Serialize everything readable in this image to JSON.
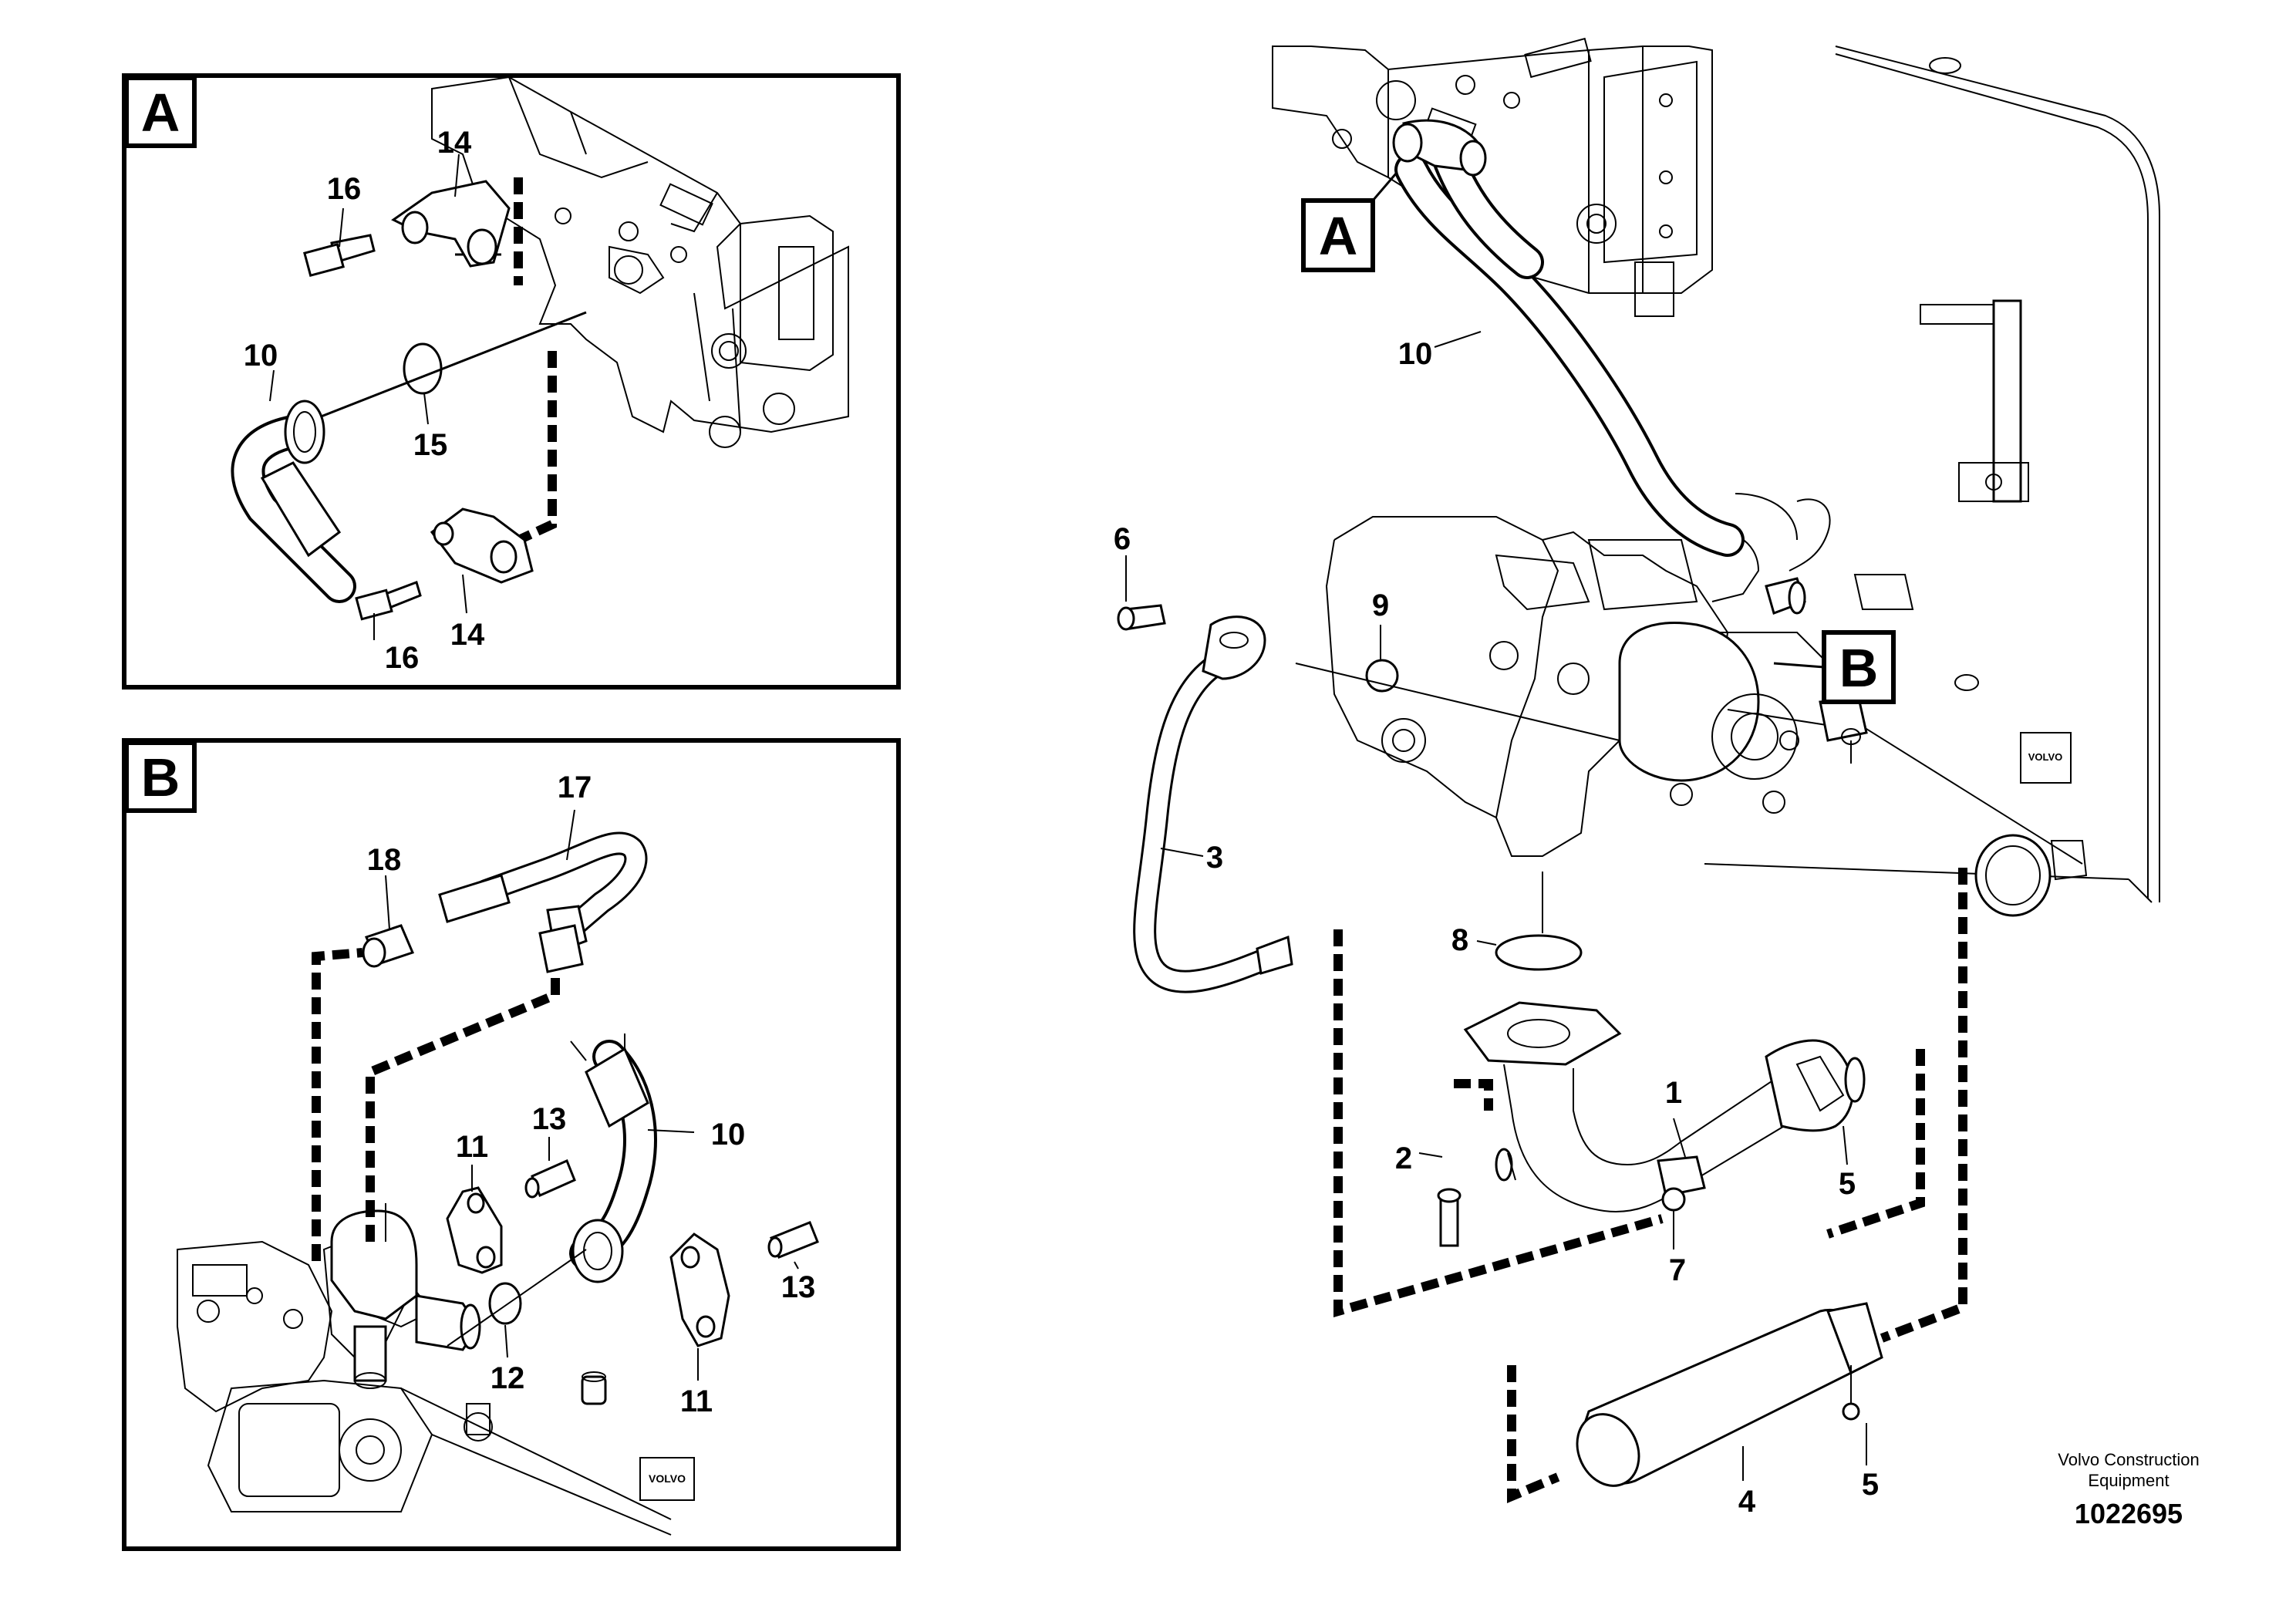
{
  "detail_a": {
    "letter": "A",
    "callouts": [
      "16",
      "14",
      "10",
      "15",
      "16",
      "14"
    ]
  },
  "detail_b": {
    "letter": "B",
    "callouts": [
      "17",
      "18",
      "11",
      "13",
      "10",
      "13",
      "12",
      "11"
    ]
  },
  "main": {
    "marker_a": "A",
    "marker_b": "B",
    "callouts": [
      "10",
      "6",
      "9",
      "3",
      "8",
      "1",
      "2",
      "5",
      "7",
      "4",
      "5"
    ]
  },
  "footer": {
    "company_line1": "Volvo Construction",
    "company_line2": "Equipment",
    "drawing_number": "1022695"
  }
}
